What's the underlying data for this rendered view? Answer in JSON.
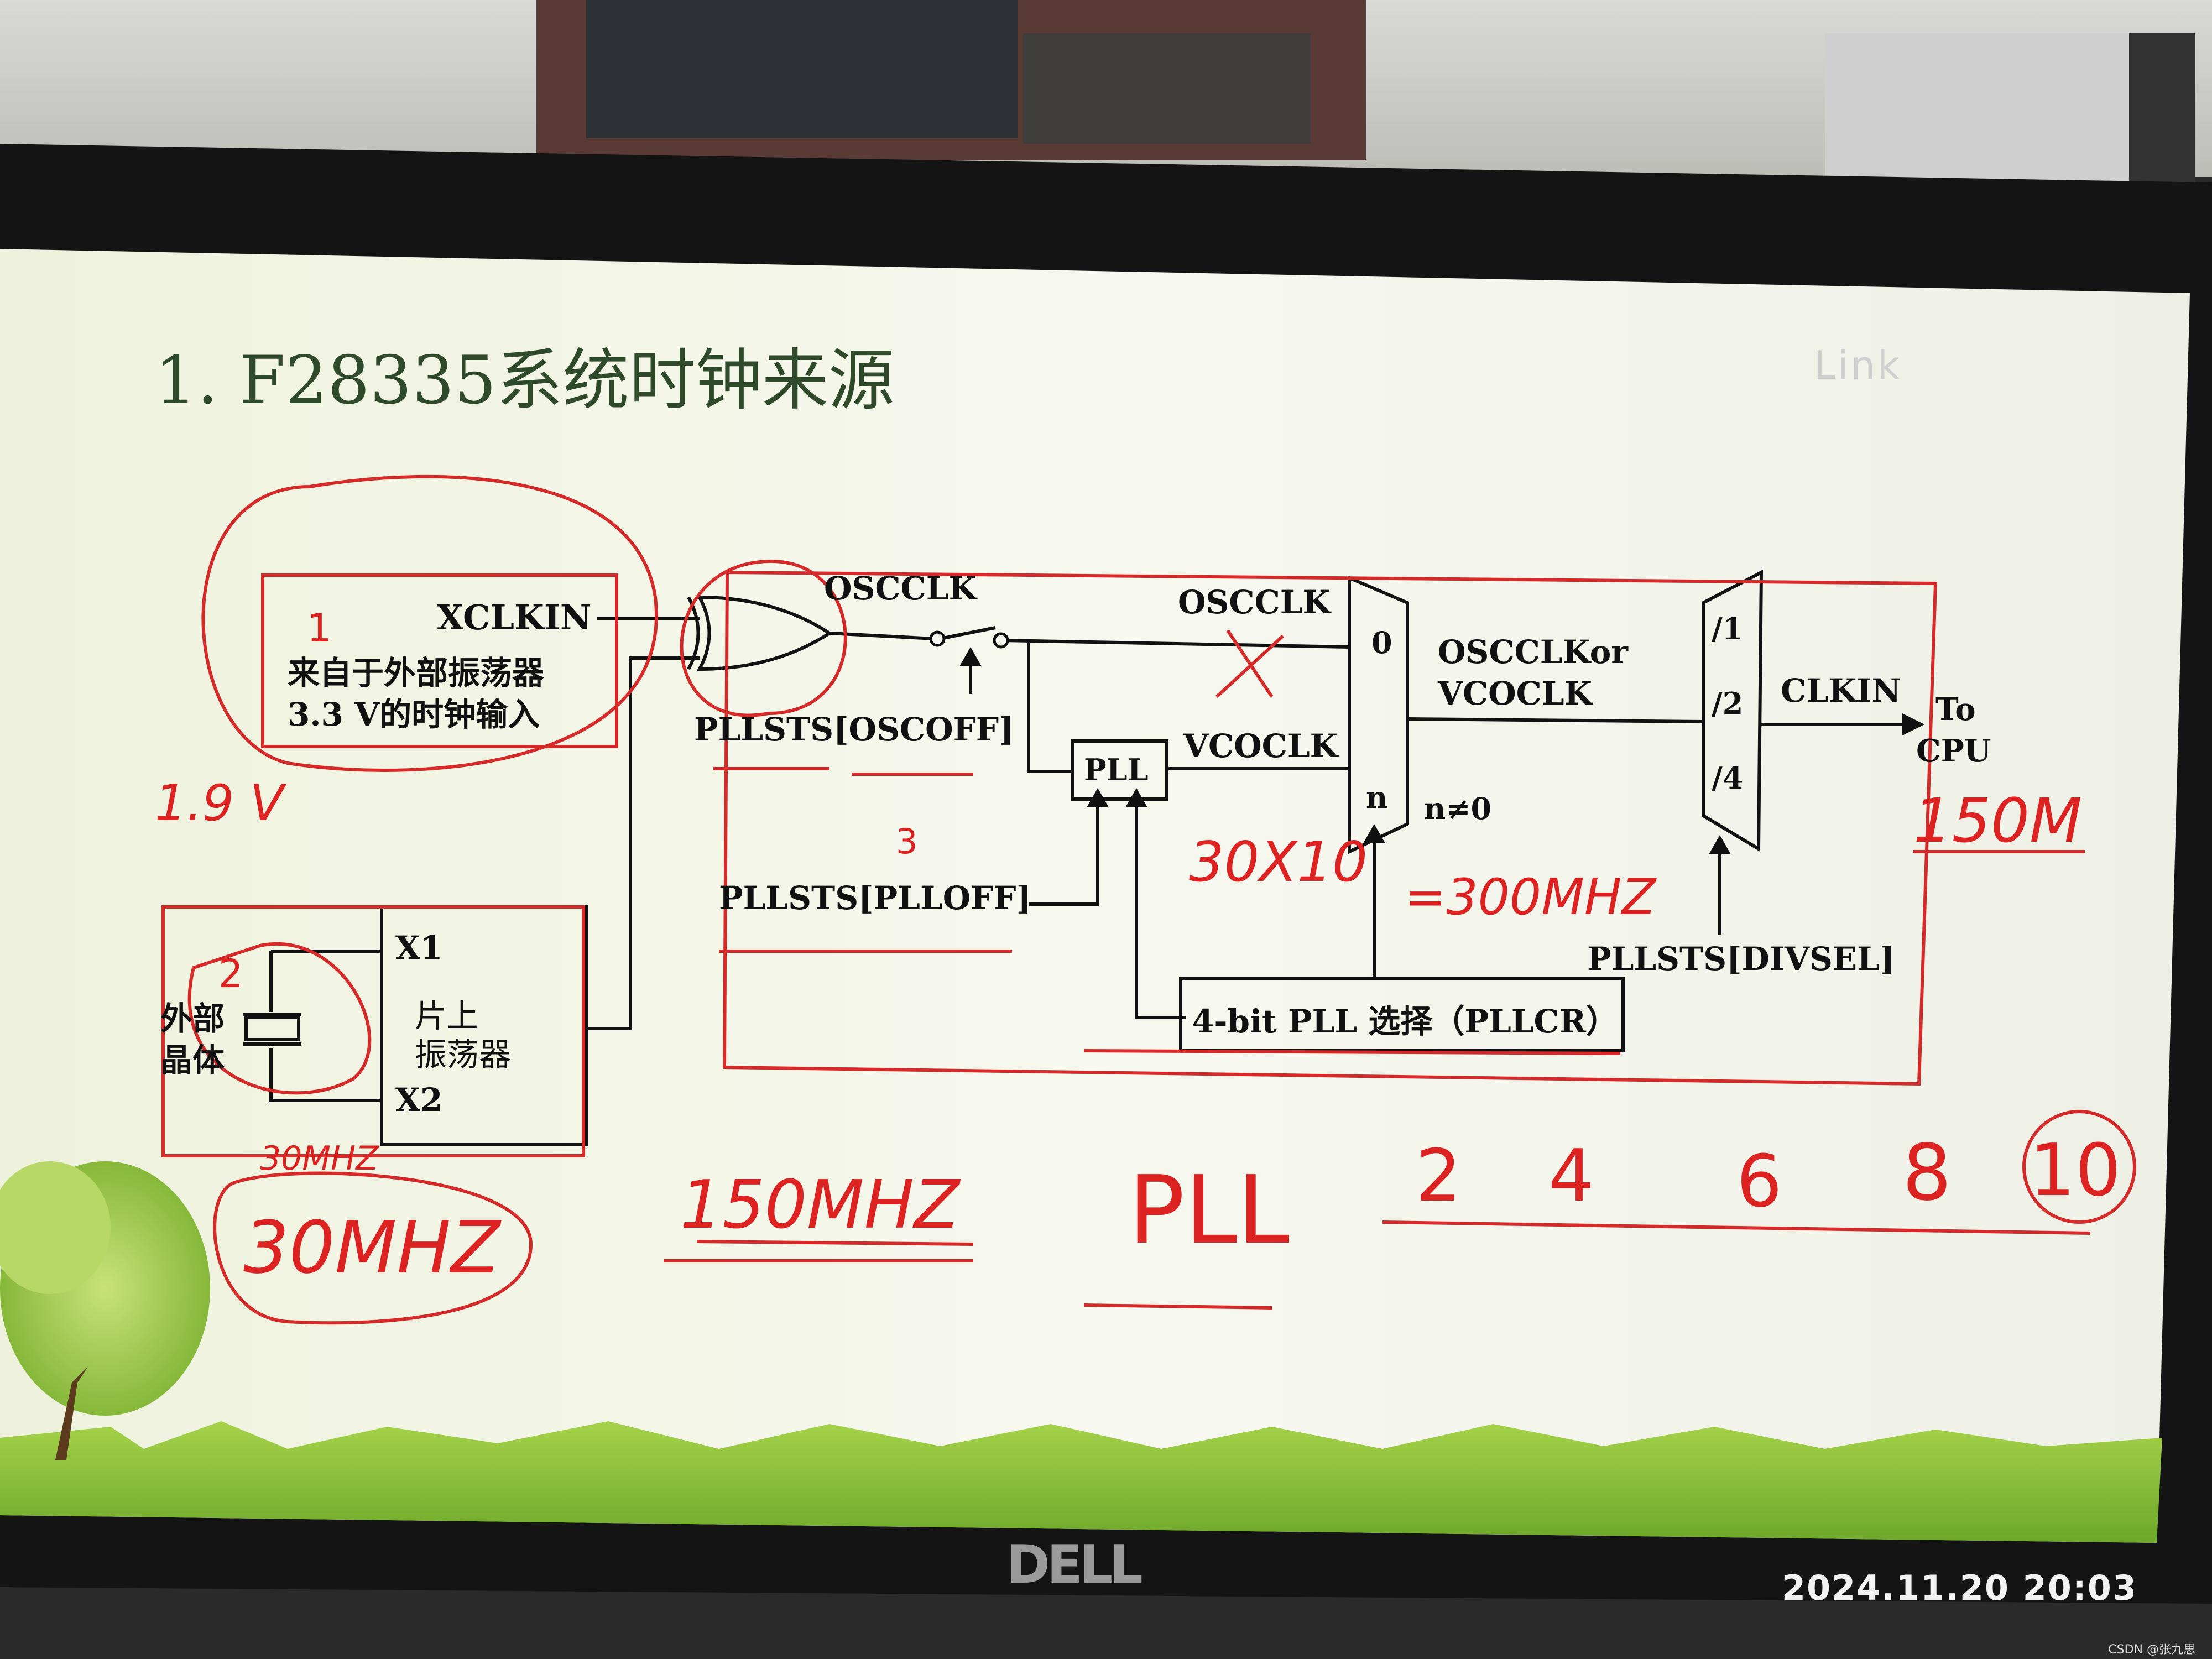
{
  "slide": {
    "title": "1. F28335系统时钟来源",
    "watermark": "Link"
  },
  "diagram": {
    "xclkin": "XCLKIN",
    "ext_clock_num": "1",
    "ext_clock_line1": "来自于外部振荡器",
    "ext_clock_line2": "3.3 V的时钟输入",
    "osc_num": "2",
    "ext_crystal_line1": "外部",
    "ext_crystal_line2": "晶体",
    "x1": "X1",
    "x2": "X2",
    "onchip_line1": "片上",
    "onchip_line2": "振荡器",
    "osc_switch": "OSCCLK",
    "osc_off": "PLLSTS[OSCOFF]",
    "osc_mux_in": "OSCCLK",
    "mux_0": "0",
    "mux_n": "n",
    "pll": "PLL",
    "vcoclk": "VCOCLK",
    "pll_num": "3",
    "pll_off": "PLLSTS[PLLOFF]",
    "n_ne_0": "n≠0",
    "osc_or_vco_line1": "OSCCLKor",
    "osc_or_vco_line2": "VCOCLK",
    "div1": "/1",
    "div2": "/2",
    "div4": "/4",
    "clkin": "CLKIN",
    "to": "To",
    "cpu": "CPU",
    "divsel": "PLLSTS[DIVSEL]",
    "pllcr": "4-bit PLL 选择（PLLCR）"
  },
  "handwriting": {
    "v19": "1.9 V",
    "mhz30_small": "30MHZ",
    "mhz30_big": "30MHZ",
    "mhz150": "150MHZ",
    "pll": "PLL",
    "multipliers": [
      "2",
      "4",
      "6",
      "8",
      "10"
    ],
    "calc": "30X10",
    "calc_result": "=300MHZ",
    "cpu_freq": "150M"
  },
  "photo": {
    "brand": "DELL",
    "timestamp": "2024.11.20 20:03",
    "credit": "CSDN @张九思"
  },
  "colors": {
    "slide_bg": "#f5f6ee",
    "monitor": "#141414",
    "ink": "#111111",
    "annotation": "#d42a2a",
    "title": "#2f4a2a",
    "grass": "#8cbf3c"
  }
}
